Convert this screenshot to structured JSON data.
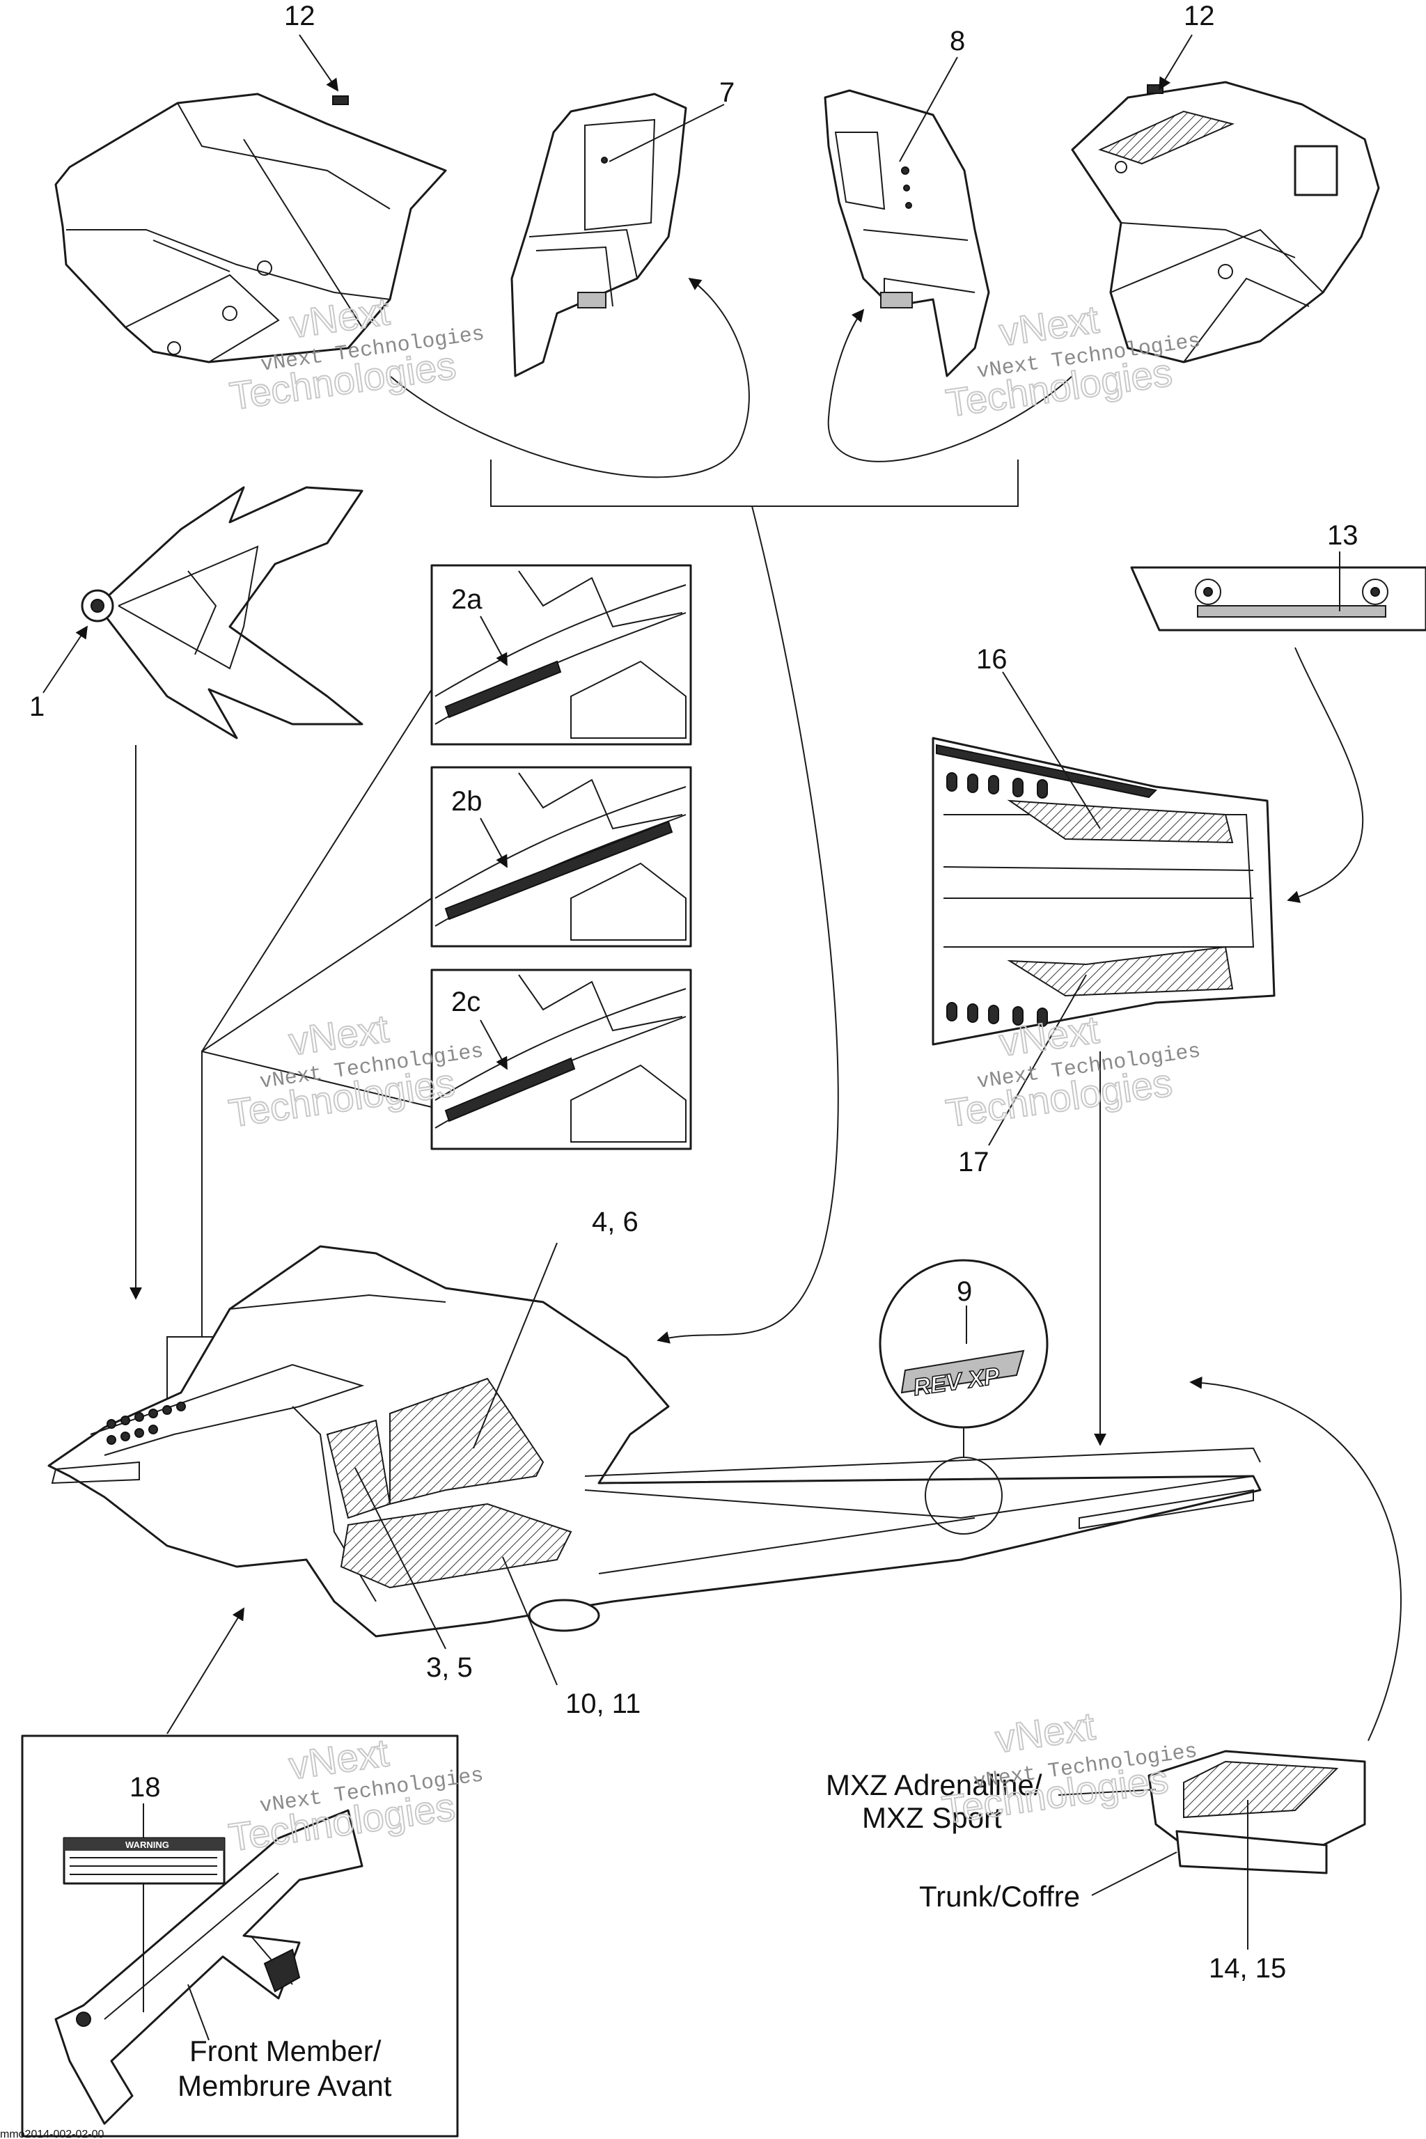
{
  "callouts": {
    "c1": "1",
    "c2a": "2a",
    "c2b": "2b",
    "c2c": "2c",
    "c3_5": "3, 5",
    "c4_6": "4, 6",
    "c7": "7",
    "c8": "8",
    "c9": "9",
    "c10_11": "10, 11",
    "c12_left": "12",
    "c12_right": "12",
    "c13": "13",
    "c14_15": "14, 15",
    "c16": "16",
    "c17": "17",
    "c18": "18"
  },
  "captions": {
    "mxz_line1": "MXZ Adrenaline/",
    "mxz_line2": "MXZ Sport",
    "trunk": "Trunk/Coffre",
    "front_member_line1": "Front Member/",
    "front_member_line2": "Membrure Avant"
  },
  "decals": {
    "warning_title": "WARNING",
    "revxp": "REV XP"
  },
  "watermark": {
    "line1": "vNext",
    "line2": "Technologies",
    "small": "vNext Technologies"
  },
  "footer_code": "mmo2014-002-02-00"
}
